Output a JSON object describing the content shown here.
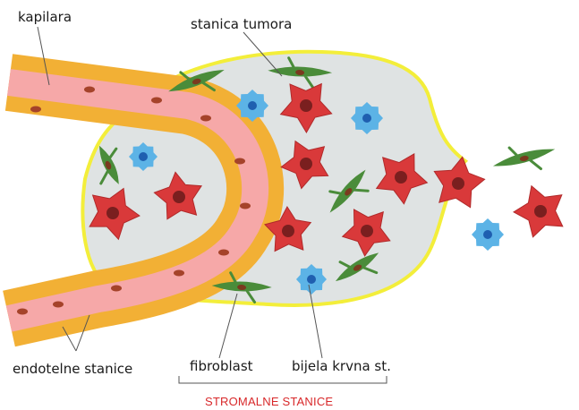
{
  "labels": {
    "capillary": "kapilara",
    "tumor_cell": "stanica tumora",
    "endothelial": "endotelne stanice",
    "fibroblast": "fibroblast",
    "white_blood": "bijela krvna st.",
    "stromal": "STROMALNE STANICE"
  },
  "colors": {
    "capillary_outer": "#f2b035",
    "capillary_inner": "#f6a8a8",
    "tumor_cell": "#d9393a",
    "tumor_nucleus": "#7a1f1f",
    "fibroblast": "#4a8c3a",
    "white_blood_cell": "#5cb3e6",
    "wbc_nucleus": "#1f5fb0",
    "tumor_boundary": "#f3ee3a",
    "tumor_fill": "#dfe3e3",
    "stromal_label": "#d8282a"
  }
}
